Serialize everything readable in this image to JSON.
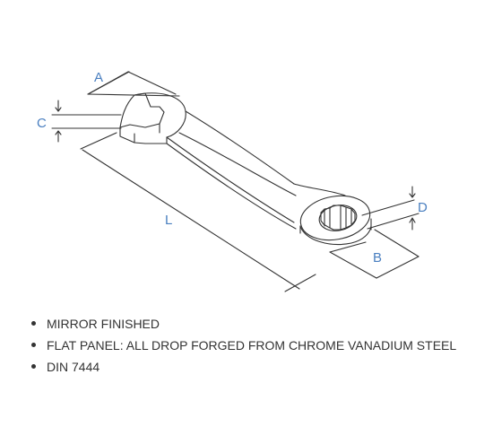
{
  "diagram": {
    "dimension_labels": {
      "a": "A",
      "b": "B",
      "c": "C",
      "d": "D",
      "l": "L"
    },
    "colors": {
      "label": "#4a7fc0",
      "line": "#333333"
    }
  },
  "features": [
    "MIRROR FINISHED",
    "FLAT PANEL: ALL DROP FORGED FROM CHROME VANADIUM STEEL",
    "DIN 7444"
  ]
}
